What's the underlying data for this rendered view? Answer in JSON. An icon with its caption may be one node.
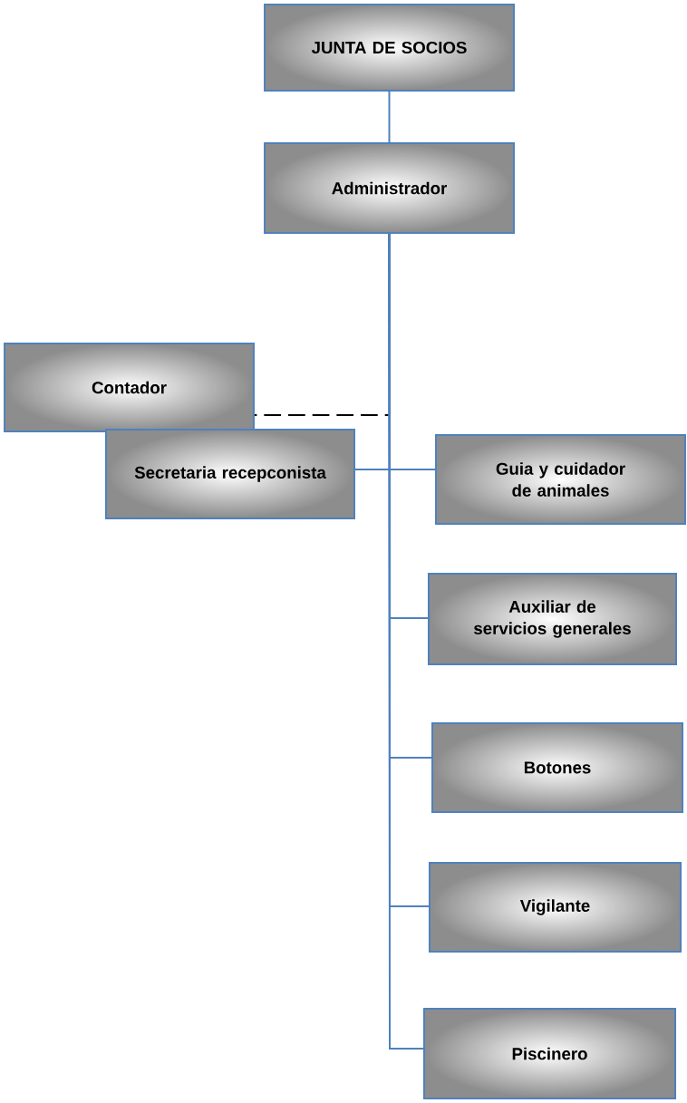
{
  "diagram": {
    "nodes": [
      {
        "text": [
          "JUNTA DE SOCIOS"
        ]
      },
      {
        "text": [
          "Administrador"
        ]
      },
      {
        "text": [
          "Contador"
        ]
      },
      {
        "text": [
          "Secretaria recepconista"
        ]
      },
      {
        "text": [
          "Guia y cuidador de animales"
        ]
      },
      {
        "text": [
          "Auxiliar de servicios generales"
        ]
      },
      {
        "text": [
          "Botones"
        ]
      },
      {
        "text": [
          "Vigilante"
        ]
      },
      {
        "text": [
          "Piscinero"
        ]
      }
    ],
    "edges": [
      {
        "from": 0,
        "to": 1,
        "arrow": "none"
      },
      {
        "from": 1,
        "to": 2,
        "arrow": "none",
        "style": "dashed",
        "color": "#000000"
      },
      {
        "from": 1,
        "to": 3,
        "arrow": "none"
      },
      {
        "from": 1,
        "to": 4,
        "arrow": "none"
      },
      {
        "from": 1,
        "to": 5,
        "arrow": "none"
      },
      {
        "from": 1,
        "to": 6,
        "arrow": "none"
      },
      {
        "from": 1,
        "to": 7,
        "arrow": "none"
      },
      {
        "from": 1,
        "to": 8,
        "arrow": "none"
      }
    ]
  }
}
